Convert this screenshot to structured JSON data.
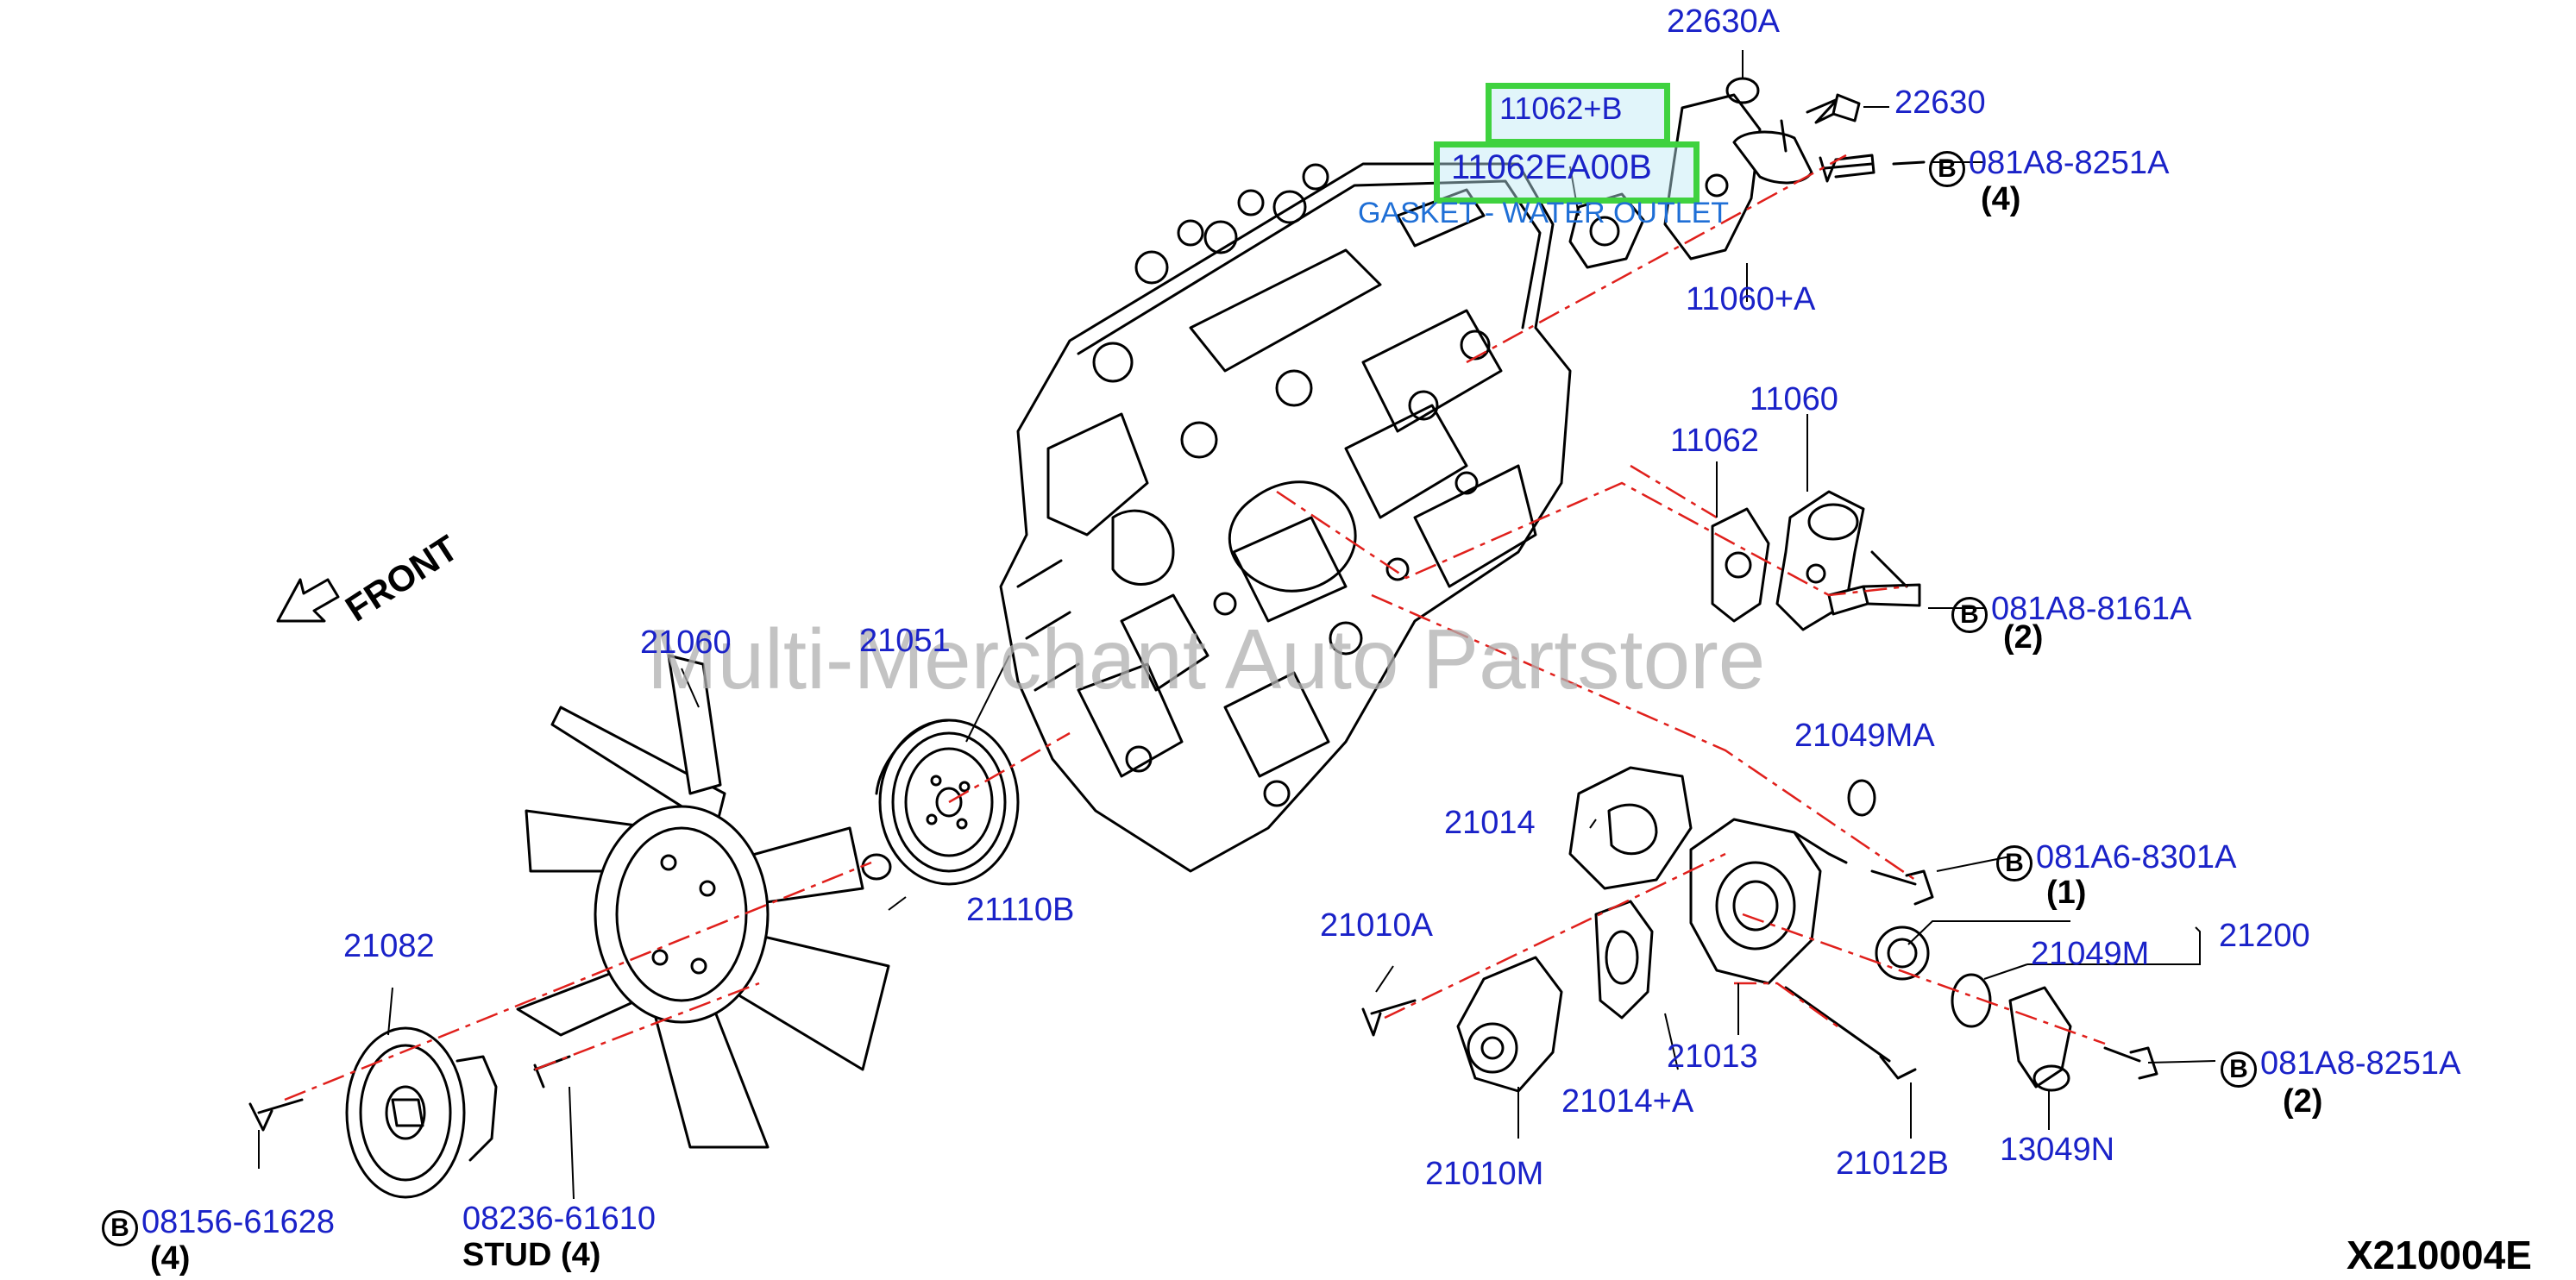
{
  "watermark": "Multi-Merchant Auto Partstore",
  "front_label": "FRONT",
  "diagram_code": "X210004E",
  "highlight": {
    "part_a": "11062+B",
    "part_b": "11062EA00B",
    "description": "GASKET - WATER OUTLET"
  },
  "bolt_marker": "B",
  "labels": {
    "p22630a": "22630A",
    "p22630": "22630",
    "p081a8_8251a_top": "081A8-8251A",
    "q_top": "(4)",
    "p11060a": "11060+A",
    "p11060": "11060",
    "p11062": "11062",
    "p081a8_8161a": "081A8-8161A",
    "q_8161": "(2)",
    "p21060": "21060",
    "p21051": "21051",
    "p21049ma": "21049MA",
    "p21014": "21014",
    "p081a6_8301a": "081A6-8301A",
    "q_8301": "(1)",
    "p21110b": "21110B",
    "p21010a": "21010A",
    "p21200": "21200",
    "p21049m": "21049M",
    "p21082": "21082",
    "p21013": "21013",
    "p081a8_8251a_bot": "081A8-8251A",
    "q_bot": "(2)",
    "p21014a": "21014+A",
    "p21010m": "21010M",
    "p21012b": "21012B",
    "p13049n": "13049N",
    "p08156": "08156-61628",
    "q_08156": "(4)",
    "p08236": "08236-61610",
    "stud": "STUD (4)"
  }
}
